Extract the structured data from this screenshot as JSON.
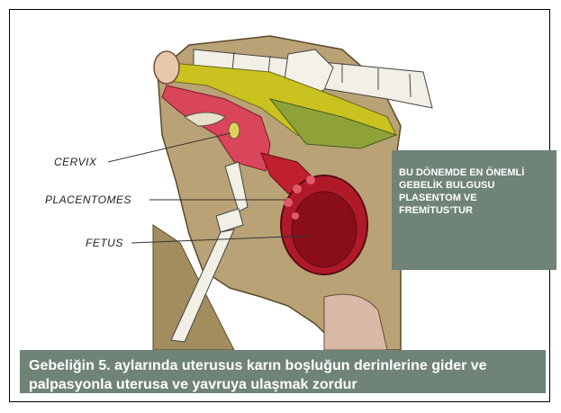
{
  "labels": {
    "cervix": "CERVIX",
    "placentomes": "PLACENTOMES",
    "fetus": "FETUS"
  },
  "side_note": "BU DÖNEMDE EN ÖNEMLİ GEBELİK BULGUSU PLASENTOM VE FREMİTUS’TUR",
  "caption": "Gebeliğin 5. aylarında uterusus karın boşluğun derinlerine gider ve palpasyonla uterusa ve yavruya ulaşmak zordur",
  "colors": {
    "box": "#6f8377",
    "body": "#b9a276",
    "uterus": "#c0202e",
    "rectum_yellow": "#c9c21f",
    "rectum_green": "#8fa23a"
  }
}
